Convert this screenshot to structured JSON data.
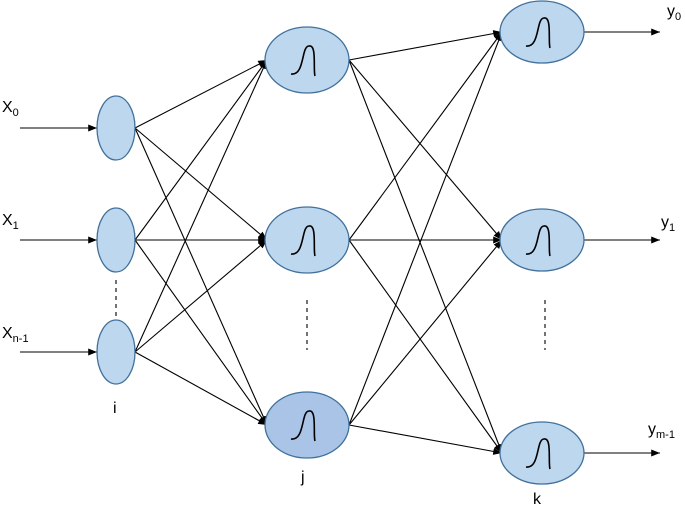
{
  "inputs": [
    {
      "base": "X",
      "sub": "0"
    },
    {
      "base": "X",
      "sub": "1"
    },
    {
      "base": "X",
      "sub": "n-1"
    }
  ],
  "outputs": [
    {
      "base": "y",
      "sub": "0"
    },
    {
      "base": "y",
      "sub": "1"
    },
    {
      "base": "y",
      "sub": "m-1"
    }
  ],
  "layer_labels": {
    "input": "i",
    "hidden": "j",
    "output": "k"
  },
  "colors": {
    "node_fill": "#bdd7ee",
    "node_stroke": "#41719c",
    "highlight_node_fill": "#a9c4e6"
  },
  "icons": {
    "activation": "sigmoid-icon"
  }
}
